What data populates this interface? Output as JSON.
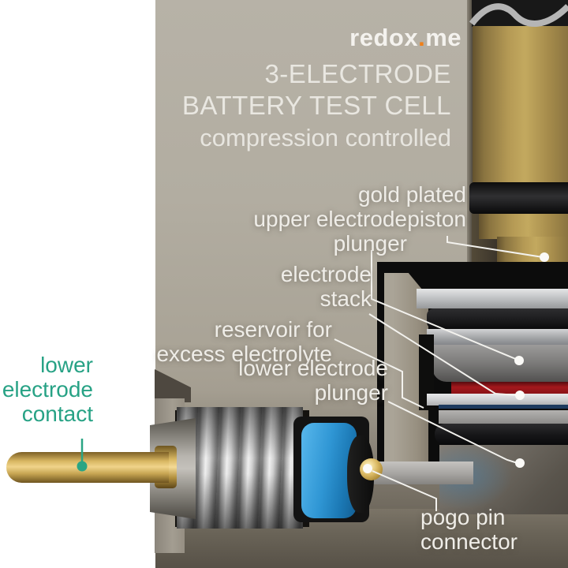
{
  "brand": {
    "prefix": "redox",
    "dot": ".",
    "suffix": "me"
  },
  "title": {
    "line1": "3-ELECTRODE",
    "line2": "BATTERY TEST CELL",
    "subtitle": "compression controlled"
  },
  "callouts": {
    "gold_piston": {
      "line1": "gold plated",
      "line2": "piston"
    },
    "upper_plunger": {
      "line1": "upper electrode",
      "line2": "plunger"
    },
    "electrode_stack": {
      "line1": "electrode",
      "line2": "stack"
    },
    "reservoir": {
      "line1": "reservoir for",
      "line2": "excess electrolyte"
    },
    "lower_plunger": {
      "line1": "lower electrode",
      "line2": "plunger"
    },
    "lower_contact": {
      "line1": "lower",
      "line2": "electrode",
      "line3": "contact"
    },
    "pogo": {
      "line1": "pogo pin",
      "line2": "connector"
    }
  },
  "colors": {
    "accent_orange": "#f08019",
    "accent_green": "#27a285",
    "label_white": "#efede8",
    "body_taupe": "#b2ada1",
    "gold": "#b59a55",
    "blue_part": "#2f96d4",
    "red_electrode": "#a4181d"
  }
}
